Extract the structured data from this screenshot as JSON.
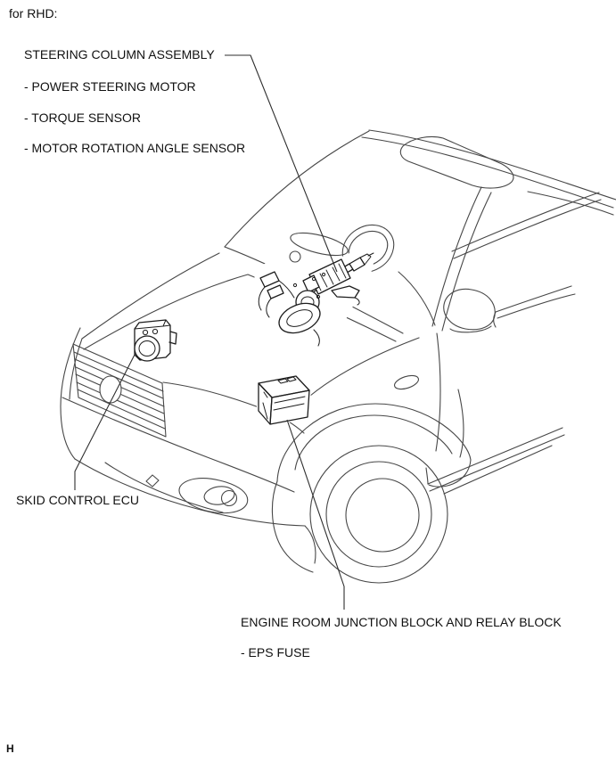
{
  "labels": {
    "variant": "for RHD:",
    "footer_marker": "H"
  },
  "callouts": {
    "steering_column": {
      "title": "STEERING COLUMN ASSEMBLY",
      "items": [
        "- POWER STEERING MOTOR",
        "- TORQUE SENSOR",
        "- MOTOR ROTATION ANGLE SENSOR"
      ]
    },
    "skid_control_ecu": {
      "title": "SKID CONTROL ECU"
    },
    "junction_block": {
      "title": "ENGINE ROOM JUNCTION BLOCK AND RELAY BLOCK",
      "items": [
        "- EPS FUSE"
      ]
    }
  },
  "colors": {
    "body_line": "#474747",
    "component_line": "#1d1d1d",
    "leader_line": "#2e2e2e",
    "text": "#111111",
    "background": "#ffffff"
  }
}
